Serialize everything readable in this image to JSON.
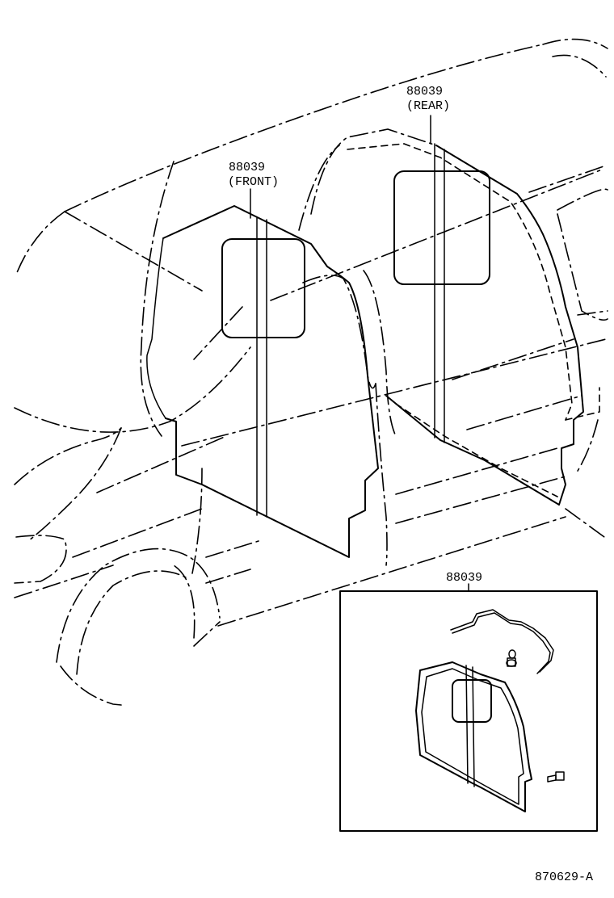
{
  "callouts": {
    "front": {
      "part_no": "88039",
      "position": "(FRONT)"
    },
    "rear": {
      "part_no": "88039",
      "position": "(REAR)"
    },
    "detail": {
      "part_no": "88039"
    }
  },
  "illustration_code": "870629-A"
}
